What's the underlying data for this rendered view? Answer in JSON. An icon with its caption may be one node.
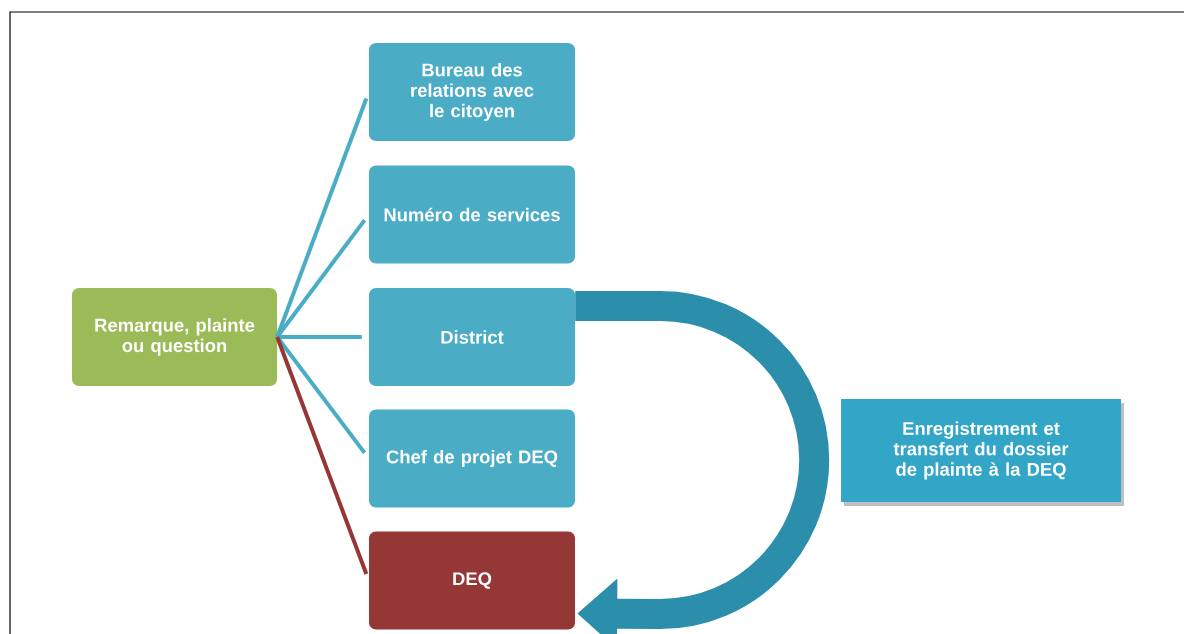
{
  "diagram": {
    "nodes": [
      {
        "text": [
          "Remarque, plainte ou question"
        ]
      },
      {
        "text": [
          "Bureau des relations avec le citoyen"
        ]
      },
      {
        "text": [
          "Numéro de services"
        ]
      },
      {
        "text": [
          "District"
        ]
      },
      {
        "text": [
          "Chef de projet DEQ"
        ]
      },
      {
        "text": [
          "DEQ"
        ]
      },
      {
        "text": [
          "Enregistrement et transfert du dossier de plainte à la DEQ"
        ]
      }
    ],
    "edges": [
      {
        "from": 0,
        "to": 1,
        "arrow": "none"
      },
      {
        "from": 0,
        "to": 2,
        "arrow": "none"
      },
      {
        "from": 0,
        "to": 3,
        "arrow": "none"
      },
      {
        "from": 0,
        "to": 4,
        "arrow": "none"
      },
      {
        "from": 0,
        "to": 5,
        "arrow": "none",
        "color": "#953735"
      },
      {
        "from": 3,
        "to": 5,
        "arrow": "to",
        "style": "thick",
        "color": "#2b8eab"
      }
    ]
  }
}
